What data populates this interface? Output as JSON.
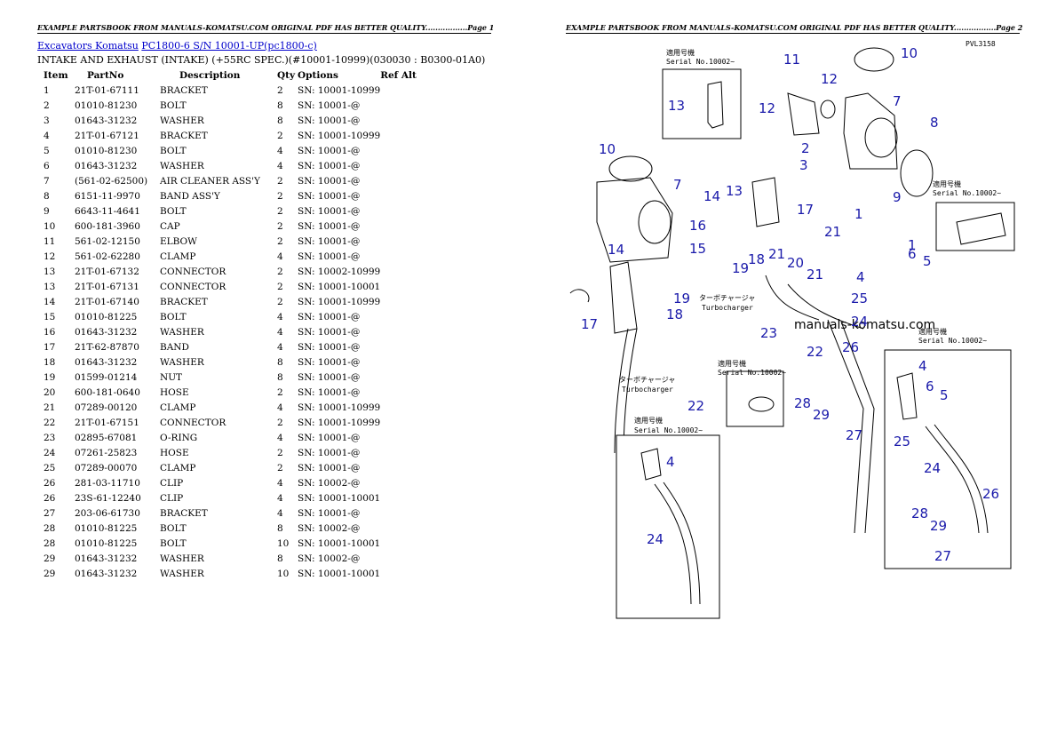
{
  "header": {
    "left": "EXAMPLE PARTSBOOK FROM MANUALS-KOMATSU.COM ORIGINAL PDF HAS BETTER QUALITY.................Page 1",
    "right": "EXAMPLE PARTSBOOK FROM MANUALS-KOMATSU.COM ORIGINAL PDF HAS BETTER QUALITY.................Page 2"
  },
  "breadcrumb": {
    "link1": "Excavators Komatsu",
    "link2": "PC1800-6 S/N 10001-UP(pc1800-c)"
  },
  "subtitle": "INTAKE AND EXHAUST (INTAKE) (+55RC SPEC.)(#10001-10999)(030030 : B0300-01A0)",
  "columns": [
    "Item",
    "PartNo",
    "Description",
    "Qty",
    "Options",
    "Ref Alt"
  ],
  "rows": [
    [
      "1",
      "21T-01-67111",
      "BRACKET",
      "2",
      "SN: 10001-10999",
      ""
    ],
    [
      "2",
      "01010-81230",
      "BOLT",
      "8",
      "SN: 10001-@",
      ""
    ],
    [
      "3",
      "01643-31232",
      "WASHER",
      "8",
      "SN: 10001-@",
      ""
    ],
    [
      "4",
      "21T-01-67121",
      "BRACKET",
      "2",
      "SN: 10001-10999",
      ""
    ],
    [
      "5",
      "01010-81230",
      "BOLT",
      "4",
      "SN: 10001-@",
      ""
    ],
    [
      "6",
      "01643-31232",
      "WASHER",
      "4",
      "SN: 10001-@",
      ""
    ],
    [
      "7",
      "(561-02-62500)",
      "AIR CLEANER ASS'Y",
      "2",
      "SN: 10001-@",
      ""
    ],
    [
      "8",
      "6151-11-9970",
      "BAND ASS'Y",
      "2",
      "SN: 10001-@",
      ""
    ],
    [
      "9",
      "6643-11-4641",
      "BOLT",
      "2",
      "SN: 10001-@",
      ""
    ],
    [
      "10",
      "600-181-3960",
      "CAP",
      "2",
      "SN: 10001-@",
      ""
    ],
    [
      "11",
      "561-02-12150",
      "ELBOW",
      "2",
      "SN: 10001-@",
      ""
    ],
    [
      "12",
      "561-02-62280",
      "CLAMP",
      "4",
      "SN: 10001-@",
      ""
    ],
    [
      "13",
      "21T-01-67132",
      "CONNECTOR",
      "2",
      "SN: 10002-10999",
      ""
    ],
    [
      "13",
      "21T-01-67131",
      "CONNECTOR",
      "2",
      "SN: 10001-10001",
      ""
    ],
    [
      "14",
      "21T-01-67140",
      "BRACKET",
      "2",
      "SN: 10001-10999",
      ""
    ],
    [
      "15",
      "01010-81225",
      "BOLT",
      "4",
      "SN: 10001-@",
      ""
    ],
    [
      "16",
      "01643-31232",
      "WASHER",
      "4",
      "SN: 10001-@",
      ""
    ],
    [
      "17",
      "21T-62-87870",
      "BAND",
      "4",
      "SN: 10001-@",
      ""
    ],
    [
      "18",
      "01643-31232",
      "WASHER",
      "8",
      "SN: 10001-@",
      ""
    ],
    [
      "19",
      "01599-01214",
      "NUT",
      "8",
      "SN: 10001-@",
      ""
    ],
    [
      "20",
      "600-181-0640",
      "HOSE",
      "2",
      "SN: 10001-@",
      ""
    ],
    [
      "21",
      "07289-00120",
      "CLAMP",
      "4",
      "SN: 10001-10999",
      ""
    ],
    [
      "22",
      "21T-01-67151",
      "CONNECTOR",
      "2",
      "SN: 10001-10999",
      ""
    ],
    [
      "23",
      "02895-67081",
      "O-RING",
      "4",
      "SN: 10001-@",
      ""
    ],
    [
      "24",
      "07261-25823",
      "HOSE",
      "2",
      "SN: 10001-@",
      ""
    ],
    [
      "25",
      "07289-00070",
      "CLAMP",
      "2",
      "SN: 10001-@",
      ""
    ],
    [
      "26",
      "281-03-11710",
      "CLIP",
      "4",
      "SN: 10002-@",
      ""
    ],
    [
      "26",
      "23S-61-12240",
      "CLIP",
      "4",
      "SN: 10001-10001",
      ""
    ],
    [
      "27",
      "203-06-61730",
      "BRACKET",
      "4",
      "SN: 10001-@",
      ""
    ],
    [
      "28",
      "01010-81225",
      "BOLT",
      "8",
      "SN: 10002-@",
      ""
    ],
    [
      "28",
      "01010-81225",
      "BOLT",
      "10",
      "SN: 10001-10001",
      ""
    ],
    [
      "29",
      "01643-31232",
      "WASHER",
      "8",
      "SN: 10002-@",
      ""
    ],
    [
      "29",
      "01643-31232",
      "WASHER",
      "10",
      "SN: 10001-10001",
      ""
    ]
  ],
  "diagram": {
    "code": "PVL3158",
    "watermark": "manuals-komatsu.com",
    "serial_jp": "適用号機",
    "serial_label": "Serial No.10002~",
    "turbo_jp": "ターボチャージャ",
    "turbo_label": "Turbocharger"
  }
}
